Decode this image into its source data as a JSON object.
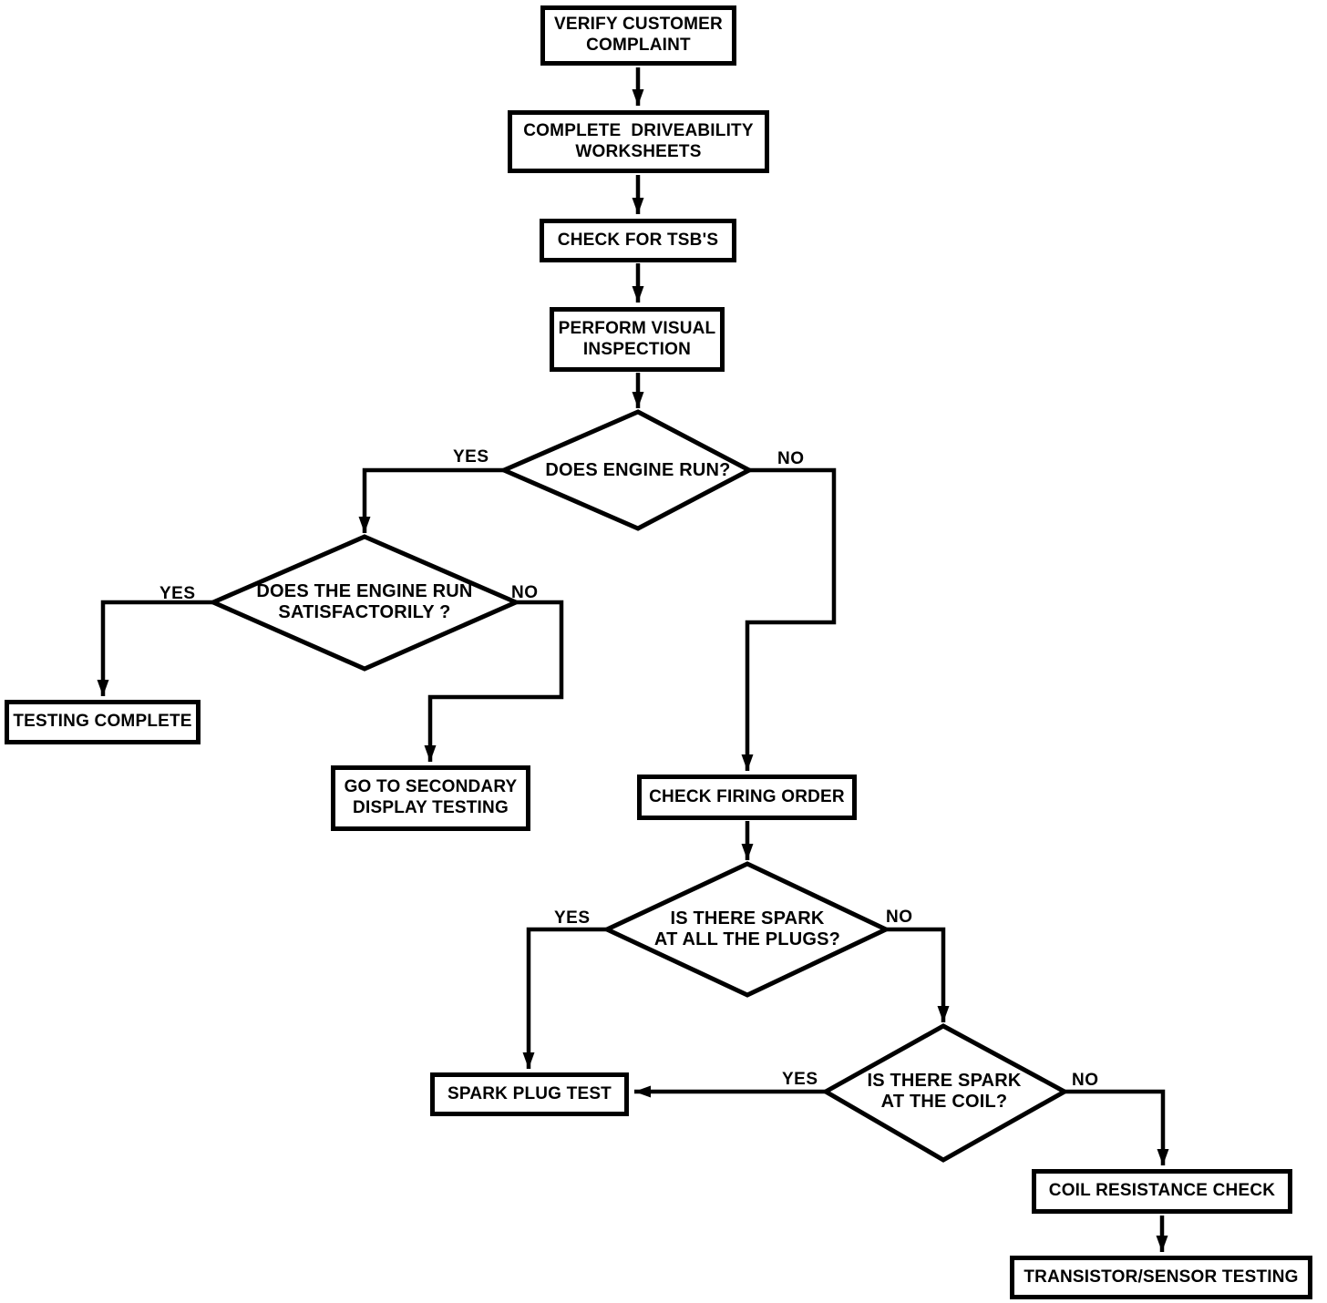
{
  "canvas": {
    "background_color": "#ffffff",
    "ink_color": "#000000"
  },
  "flowchart": {
    "nodes": [
      {
        "id": "verify-customer-complaint",
        "type": "process",
        "label": "VERIFY CUSTOMER\nCOMPLAINT"
      },
      {
        "id": "complete-driveability-worksheets",
        "type": "process",
        "label": "COMPLETE  DRIVEABILITY\nWORKSHEETS"
      },
      {
        "id": "check-for-tsbs",
        "type": "process",
        "label": "CHECK FOR TSB'S"
      },
      {
        "id": "perform-visual-inspection",
        "type": "process",
        "label": "PERFORM VISUAL\nINSPECTION"
      },
      {
        "id": "does-engine-run",
        "type": "decision",
        "label": "DOES ENGINE RUN?"
      },
      {
        "id": "does-engine-run-satisfactorily",
        "type": "decision",
        "label": "DOES THE ENGINE RUN\nSATISFACTORILY ?"
      },
      {
        "id": "testing-complete",
        "type": "process",
        "label": "TESTING COMPLETE"
      },
      {
        "id": "go-to-secondary-display-testing",
        "type": "process",
        "label": "GO TO SECONDARY\nDISPLAY TESTING"
      },
      {
        "id": "check-firing-order",
        "type": "process",
        "label": "CHECK FIRING ORDER"
      },
      {
        "id": "spark-at-all-plugs",
        "type": "decision",
        "label": "IS THERE SPARK\nAT ALL THE PLUGS?"
      },
      {
        "id": "spark-plug-test",
        "type": "process",
        "label": "SPARK PLUG TEST"
      },
      {
        "id": "spark-at-coil",
        "type": "decision",
        "label": "IS THERE SPARK\nAT THE COIL?"
      },
      {
        "id": "coil-resistance-check",
        "type": "process",
        "label": "COIL RESISTANCE CHECK"
      },
      {
        "id": "transistor-sensor-testing",
        "type": "process",
        "label": "TRANSISTOR/SENSOR TESTING"
      }
    ],
    "edges": [
      {
        "from": "verify-customer-complaint",
        "to": "complete-driveability-worksheets",
        "label": ""
      },
      {
        "from": "complete-driveability-worksheets",
        "to": "check-for-tsbs",
        "label": ""
      },
      {
        "from": "check-for-tsbs",
        "to": "perform-visual-inspection",
        "label": ""
      },
      {
        "from": "perform-visual-inspection",
        "to": "does-engine-run",
        "label": ""
      },
      {
        "from": "does-engine-run",
        "to": "does-engine-run-satisfactorily",
        "label": "YES"
      },
      {
        "from": "does-engine-run",
        "to": "check-firing-order",
        "label": "NO"
      },
      {
        "from": "does-engine-run-satisfactorily",
        "to": "testing-complete",
        "label": "YES"
      },
      {
        "from": "does-engine-run-satisfactorily",
        "to": "go-to-secondary-display-testing",
        "label": "NO"
      },
      {
        "from": "check-firing-order",
        "to": "spark-at-all-plugs",
        "label": ""
      },
      {
        "from": "spark-at-all-plugs",
        "to": "spark-plug-test",
        "label": "YES"
      },
      {
        "from": "spark-at-all-plugs",
        "to": "spark-at-coil",
        "label": "NO"
      },
      {
        "from": "spark-at-coil",
        "to": "spark-plug-test",
        "label": "YES"
      },
      {
        "from": "spark-at-coil",
        "to": "coil-resistance-check",
        "label": "NO"
      },
      {
        "from": "coil-resistance-check",
        "to": "transistor-sensor-testing",
        "label": ""
      }
    ]
  }
}
